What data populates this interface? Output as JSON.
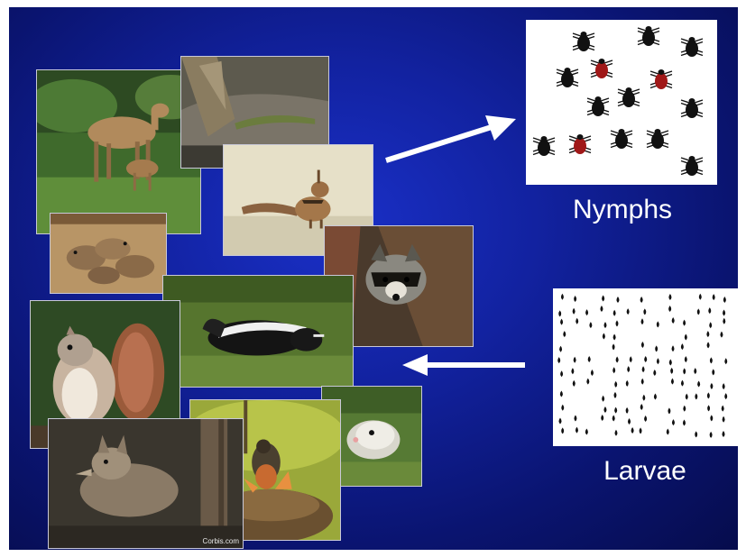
{
  "slide": {
    "nymphs_label": "Nymphs",
    "larvae_label": "Larvae",
    "photo_watermark": "Corbis.com"
  },
  "photos": [
    {
      "name": "deer-photo",
      "subject": "deer with fawn"
    },
    {
      "name": "lizard-photo",
      "subject": "lizard on log"
    },
    {
      "name": "chipmunk-photo",
      "subject": "chipmunk"
    },
    {
      "name": "mice-photo",
      "subject": "mice in nest"
    },
    {
      "name": "raccoon-photo",
      "subject": "raccoon"
    },
    {
      "name": "skunk-photo",
      "subject": "skunk"
    },
    {
      "name": "squirrel-photo",
      "subject": "gray squirrel"
    },
    {
      "name": "coyote-photo",
      "subject": "coyote"
    },
    {
      "name": "bird-nest-photo",
      "subject": "bird feeding chicks"
    },
    {
      "name": "opossum-photo",
      "subject": "opossum"
    }
  ],
  "colors": {
    "background": "#1222a0",
    "tick_black": "#111111",
    "tick_red": "#a01818",
    "arrow": "#ffffff"
  }
}
